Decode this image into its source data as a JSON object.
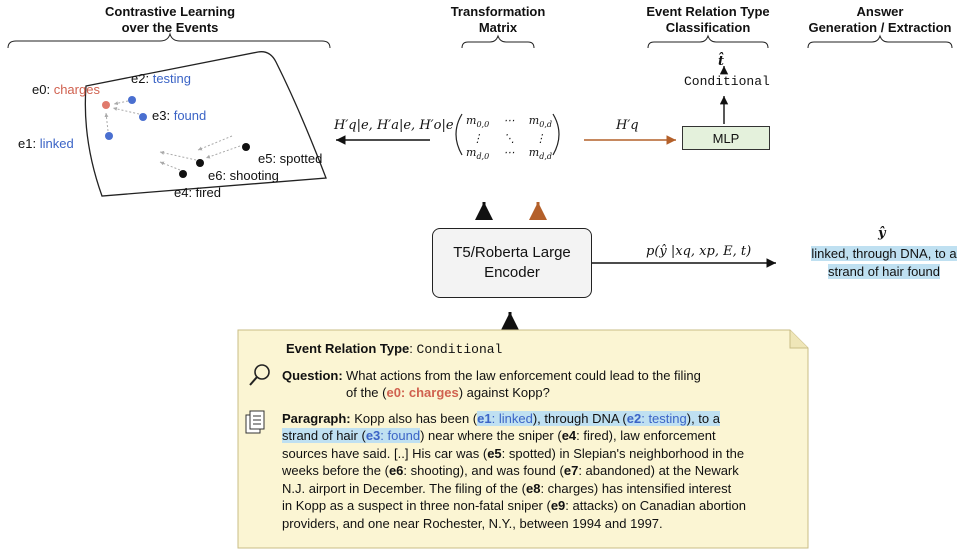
{
  "headers": {
    "contrastive_line1": "Contrastive Learning",
    "contrastive_line2": "over the Events",
    "transform_line1": "Transformation",
    "transform_line2": "Matrix",
    "classify_line1": "Event Relation Type",
    "classify_line2": "Classification",
    "answer_line1": "Answer",
    "answer_line2": "Generation / Extraction"
  },
  "events": {
    "e0_id": "e0:",
    "e0_word": "charges",
    "e1_id": "e1:",
    "e1_word": "linked",
    "e2_id": "e2:",
    "e2_word": "testing",
    "e3_id": "e3:",
    "e3_word": "found",
    "e4": "e4: fired",
    "e5": "e5: spotted",
    "e6": "e6: shooting"
  },
  "matrix": {
    "m00": "m",
    "m00_sub": "0,0",
    "m0d": "m",
    "m0d_sub": "0,d",
    "md0": "m",
    "md0_sub": "d,0",
    "mdd": "m",
    "mdd_sub": "d,d",
    "hdots": "⋯",
    "vdots": "⋮",
    "ddots": "⋱"
  },
  "arrows": {
    "left_label": "H′q|e, H′a|e, H′o|e",
    "hq_label": "H′q",
    "gen_label": "p(ŷ |xq, xp, E, t)"
  },
  "classification": {
    "t_hat": "t̂",
    "output": "Conditional",
    "mlp": "MLP"
  },
  "encoder": {
    "line1": "T5/Roberta Large",
    "line2": "Encoder"
  },
  "answer": {
    "y_hat": "ŷ",
    "line1": "linked, through DNA, to a",
    "line2": "strand of hair found"
  },
  "panel": {
    "relation_label": "Event Relation Type",
    "relation_value": "Conditional",
    "question_label": "Question:",
    "question_1": "What actions from the law enforcement could lead to the filing",
    "question_2a": "of the (",
    "question_e0": "e0: charges",
    "question_2b": ") against Kopp?",
    "paragraph_label": "Paragraph:",
    "p1a": "Kopp also has been (",
    "p1_e1": "e1",
    "p1_e1w": ": linked",
    "p1b": "), through DNA (",
    "p1_e2": "e2",
    "p1_e2w": ": testing",
    "p1c": "), to a",
    "p2a": "strand of hair (",
    "p2_e3": "e3",
    "p2_e3w": ": found",
    "p2b": ") near where the sniper (",
    "p2_e4": "e4",
    "p2c": ": fired), law enforcement",
    "p3": "sources have said. [..] His car was (",
    "p3_e5": "e5",
    "p3b": ": spotted) in Slepian's neighborhood in the",
    "p4a": "weeks before the (",
    "p4_e6": "e6",
    "p4b": ": shooting), and was found (",
    "p4_e7": "e7",
    "p4c": ": abandoned) at the Newark",
    "p5a": "N.J. airport in December. The filing of the (",
    "p5_e8": "e8",
    "p5b": ": charges) has intensified interest",
    "p6a": "in Kopp as a suspect in three non-fatal sniper (",
    "p6_e9": "e9",
    "p6b": ": attacks) on Canadian abortion",
    "p7": "providers, and one near Rochester, N.Y., between 1994 and 1997."
  }
}
